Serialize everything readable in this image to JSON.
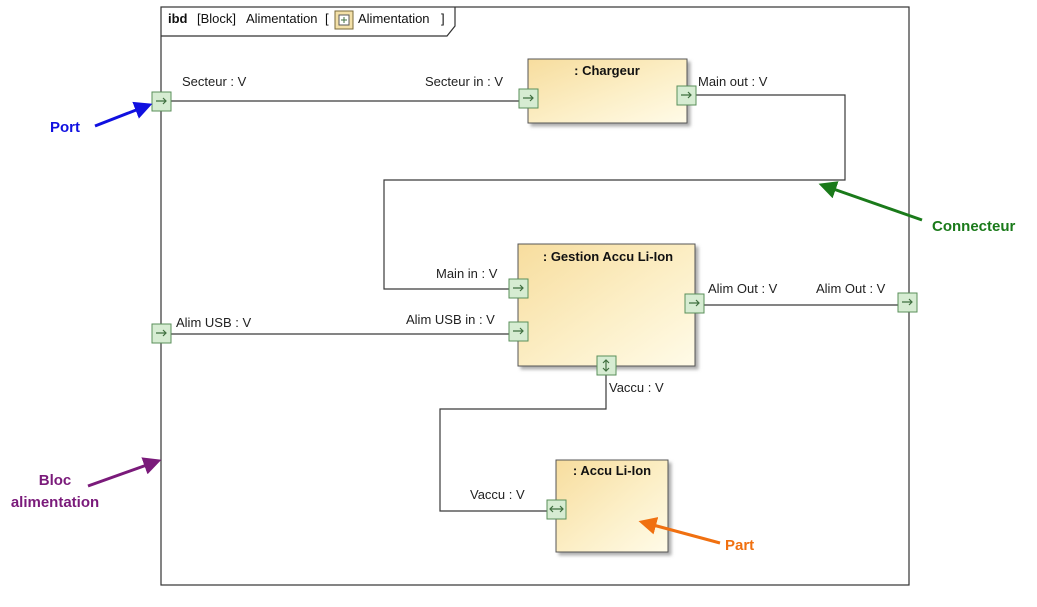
{
  "frame": {
    "kind": "ibd",
    "stereotype": "[Block]",
    "name": "Alimentation",
    "bracket_open": "[",
    "icon": "block-icon",
    "icon_label": "Alimentation",
    "bracket_close": "]"
  },
  "parts": {
    "chargeur": {
      "title": ": Chargeur"
    },
    "gestion": {
      "title": ": Gestion Accu Li-Ion"
    },
    "accu": {
      "title": ": Accu Li-Ion"
    }
  },
  "ports": {
    "secteur": "Secteur : V",
    "secteur_in": "Secteur in : V",
    "main_out": "Main out : V",
    "main_in": "Main in : V",
    "alim_usb": "Alim USB : V",
    "alim_usb_in": "Alim USB in : V",
    "alim_out_gestion": "Alim Out : V",
    "alim_out_block": "Alim Out : V",
    "vaccu_gestion": "Vaccu : V",
    "vaccu_accu": "Vaccu  : V"
  },
  "annotations": {
    "port": {
      "text": "Port",
      "color": "#1010e0"
    },
    "connecteur": {
      "text": "Connecteur",
      "color": "#1a7a1a"
    },
    "bloc_line1": "Bloc",
    "bloc_line2": "alimentation",
    "bloc_color": "#7a1a7a",
    "part": {
      "text": "Part",
      "color": "#f07010"
    }
  },
  "colors": {
    "part_fill_light": "#fffbe8",
    "part_fill_dark": "#f7dd9e",
    "port_fill": "#d6ecd2"
  }
}
